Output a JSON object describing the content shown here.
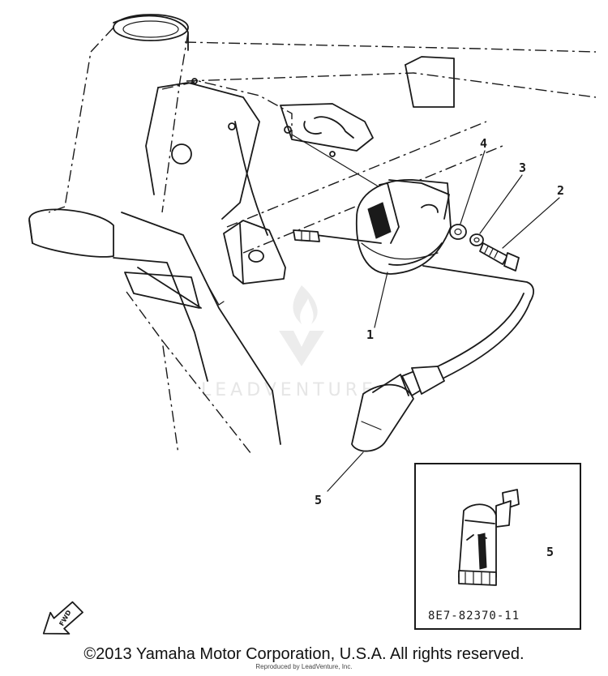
{
  "diagram": {
    "callouts": [
      {
        "id": "1",
        "label": "1"
      },
      {
        "id": "2",
        "label": "2"
      },
      {
        "id": "3",
        "label": "3"
      },
      {
        "id": "4",
        "label": "4"
      },
      {
        "id": "5",
        "label": "5"
      },
      {
        "id": "5-inset",
        "label": "5"
      }
    ],
    "inset": {
      "part_number": "8E7-82370-11"
    },
    "direction_arrow": {
      "label": "FWD"
    },
    "watermark": {
      "brand": "LEADVENTURE"
    }
  },
  "footer": {
    "copyright": "©2013 Yamaha Motor Corporation, U.S.A. All rights reserved.",
    "reproduced": "Reproduced by LeadVenture, Inc."
  }
}
